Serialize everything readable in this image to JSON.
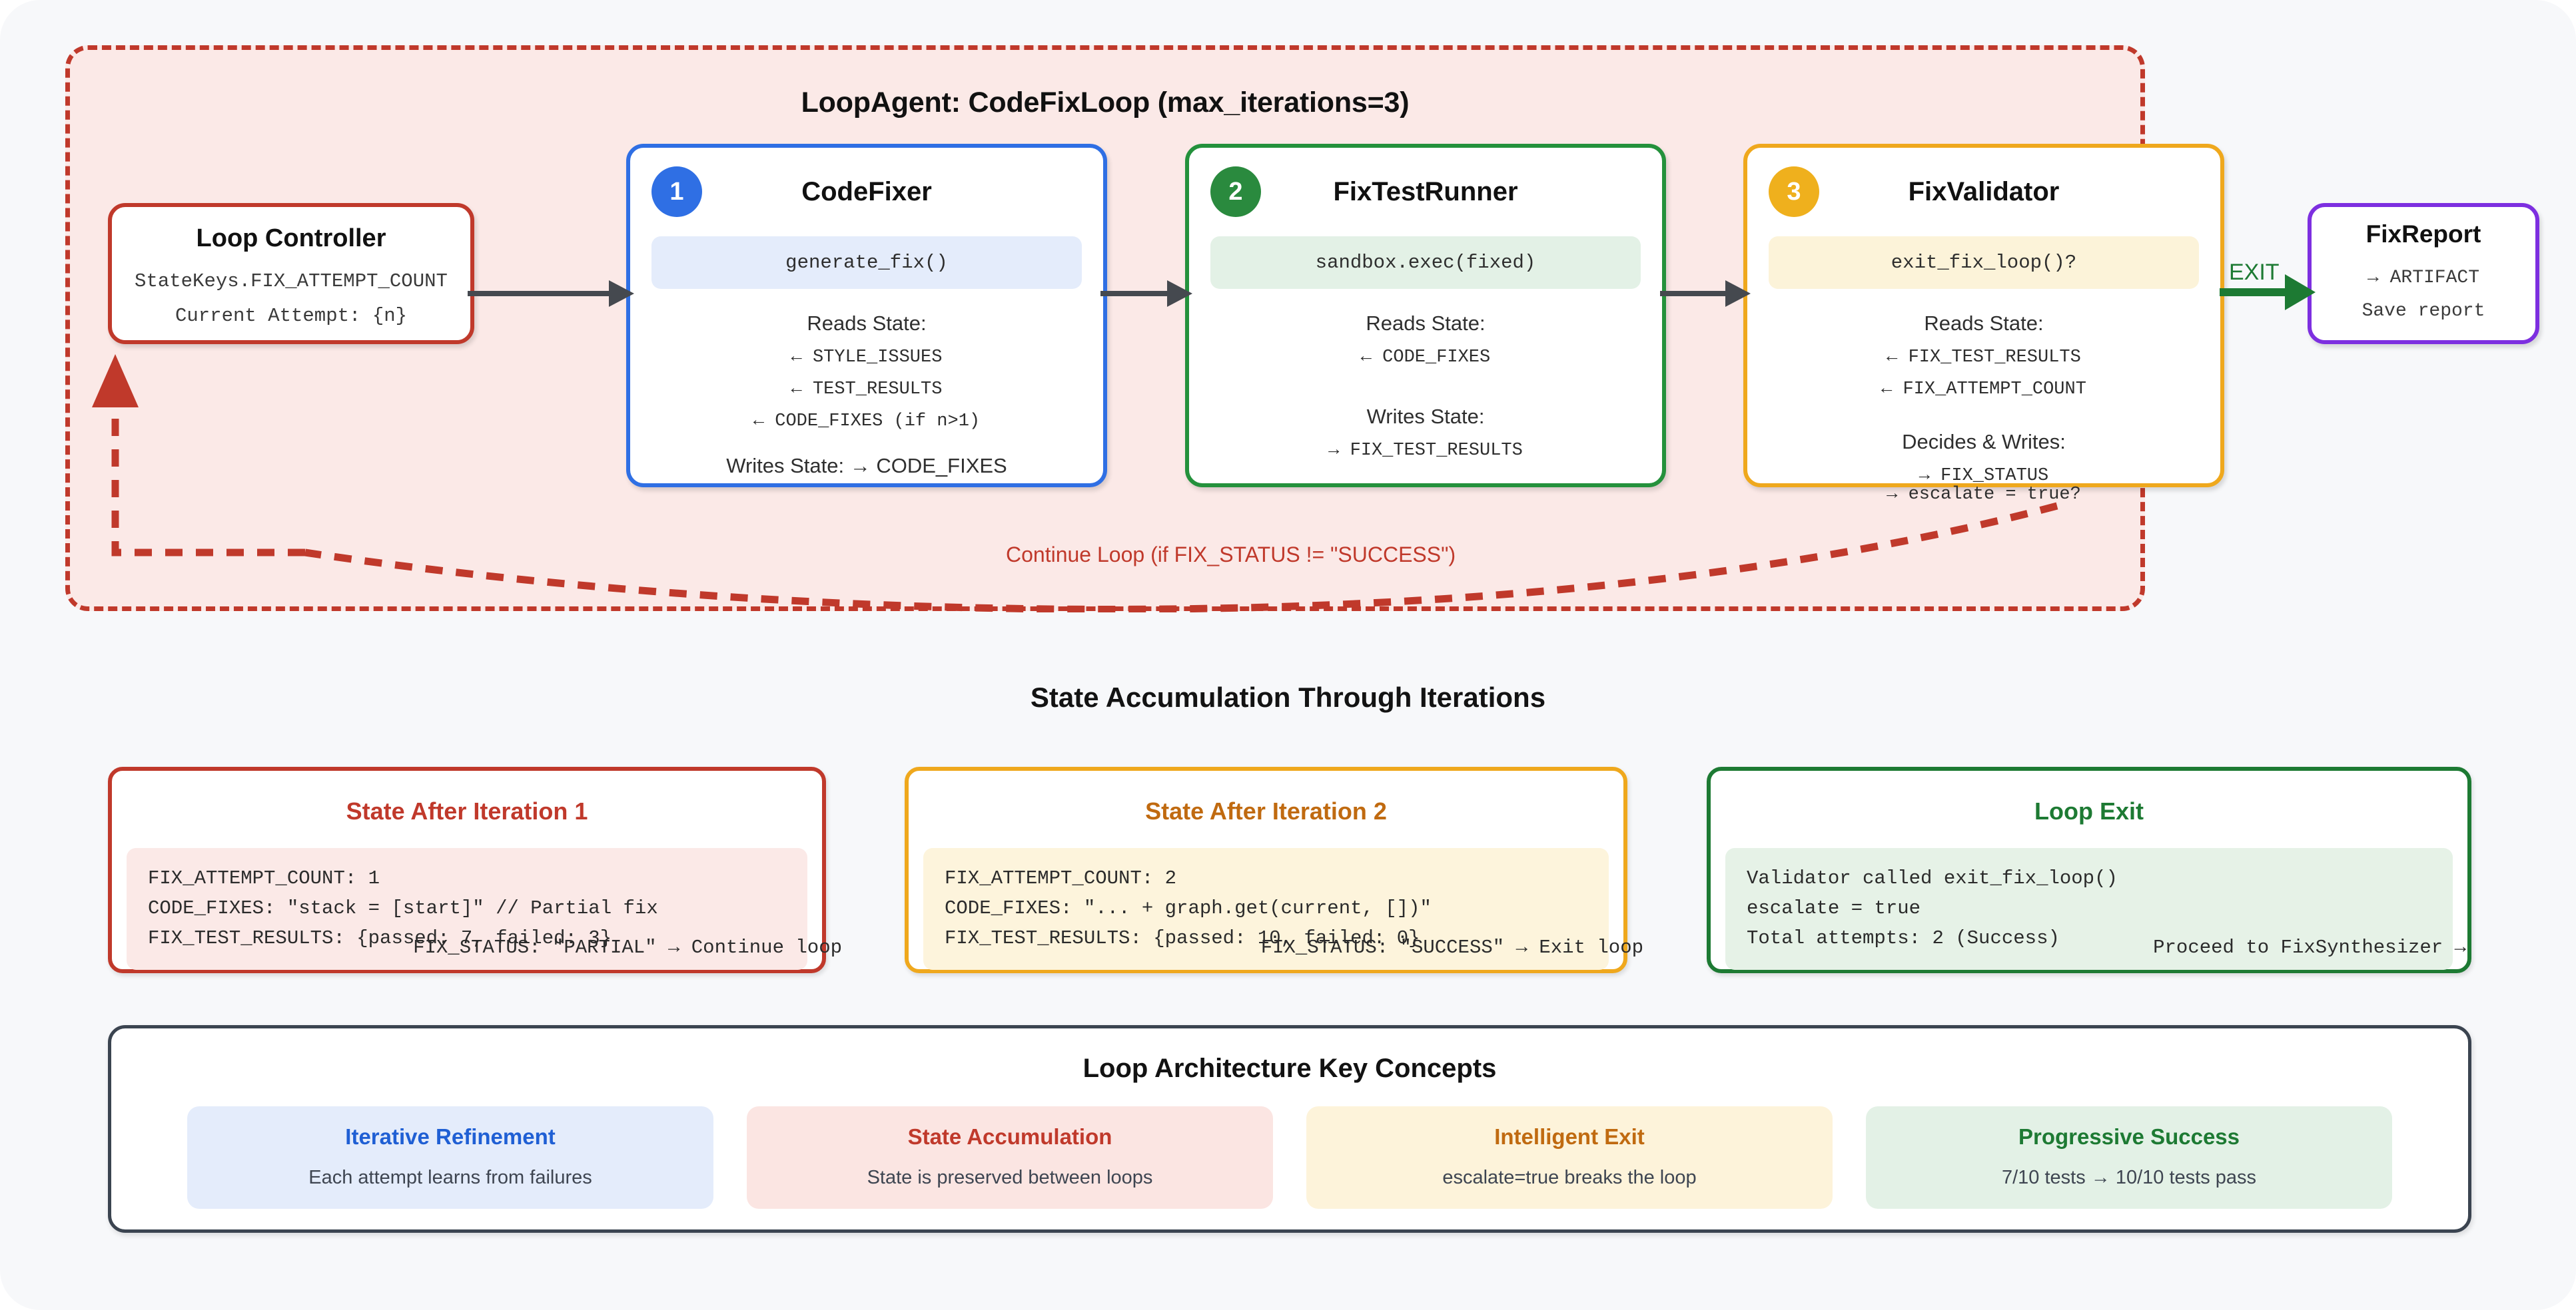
{
  "canvas": {
    "background": "#f7f8fa"
  },
  "loop": {
    "title": "LoopAgent: CodeFixLoop (max_iterations=3)",
    "border_color": "#c0392b",
    "fill_color": "#fbe9e7"
  },
  "controller": {
    "title": "Loop Controller",
    "line1": "StateKeys.FIX_ATTEMPT_COUNT",
    "line2": "Current Attempt: {n}",
    "color": "#c0392b"
  },
  "steps": [
    {
      "badge": "1",
      "name": "CodeFixer",
      "call": "generate_fix()",
      "color": "#2f6fe4",
      "reads_head": "Reads State:",
      "reads": [
        "← STYLE_ISSUES",
        "← TEST_RESULTS",
        "← CODE_FIXES (if n>1)"
      ],
      "writes_inline": "Writes State: → CODE_FIXES",
      "writes_head": "",
      "writes": [],
      "overflow": ""
    },
    {
      "badge": "2",
      "name": "FixTestRunner",
      "call": "sandbox.exec(fixed)",
      "color": "#24913c",
      "reads_head": "Reads State:",
      "reads": [
        "← CODE_FIXES"
      ],
      "writes_inline": "",
      "writes_head": "Writes State:",
      "writes": [
        "→ FIX_TEST_RESULTS"
      ],
      "overflow": ""
    },
    {
      "badge": "3",
      "name": "FixValidator",
      "call": "exit_fix_loop()?",
      "color": "#efa81d",
      "reads_head": "Reads State:",
      "reads": [
        "← FIX_TEST_RESULTS",
        "← FIX_ATTEMPT_COUNT"
      ],
      "writes_inline": "",
      "writes_head": "Decides & Writes:",
      "writes": [
        "→ FIX_STATUS"
      ],
      "overflow": "→ escalate = true?"
    }
  ],
  "exit": {
    "label": "EXIT",
    "color": "#1d7a33"
  },
  "report": {
    "title": "FixReport",
    "line1": "→ ARTIFACT",
    "line2": "Save report",
    "color": "#7d2fe0"
  },
  "continue_loop": {
    "label": "Continue Loop (if FIX_STATUS != \"SUCCESS\")",
    "color": "#c0392b"
  },
  "state_section": {
    "heading": "State Accumulation Through Iterations",
    "cards": [
      {
        "title": "State After Iteration 1",
        "color": "#c0392b",
        "lines": [
          "FIX_ATTEMPT_COUNT: 1",
          "CODE_FIXES: \"stack = [start]\" // Partial fix",
          "FIX_TEST_RESULTS: {passed: 7, failed: 3}"
        ],
        "footer": "FIX_STATUS: \"PARTIAL\" → Continue loop"
      },
      {
        "title": "State After Iteration 2",
        "color": "#c06a10",
        "lines": [
          "FIX_ATTEMPT_COUNT: 2",
          "CODE_FIXES: \"... + graph.get(current, [])\"",
          "FIX_TEST_RESULTS: {passed: 10, failed: 0}"
        ],
        "footer": "FIX_STATUS: \"SUCCESS\" → Exit loop"
      },
      {
        "title": "Loop Exit",
        "color": "#1d7a33",
        "lines": [
          "Validator called exit_fix_loop()",
          "escalate = true",
          "Total attempts: 2 (Success)"
        ],
        "footer": "Proceed to FixSynthesizer →"
      }
    ]
  },
  "concepts": {
    "title": "Loop Architecture Key Concepts",
    "items": [
      {
        "title": "Iterative Refinement",
        "sub": "Each attempt learns from failures",
        "color": "#1f5fd4"
      },
      {
        "title": "State Accumulation",
        "sub": "State is preserved between loops",
        "color": "#c0392b"
      },
      {
        "title": "Intelligent Exit",
        "sub": "escalate=true breaks the loop",
        "color": "#c06a10"
      },
      {
        "title": "Progressive Success",
        "sub": "7/10 tests → 10/10 tests pass",
        "color": "#1d7a33"
      }
    ]
  }
}
